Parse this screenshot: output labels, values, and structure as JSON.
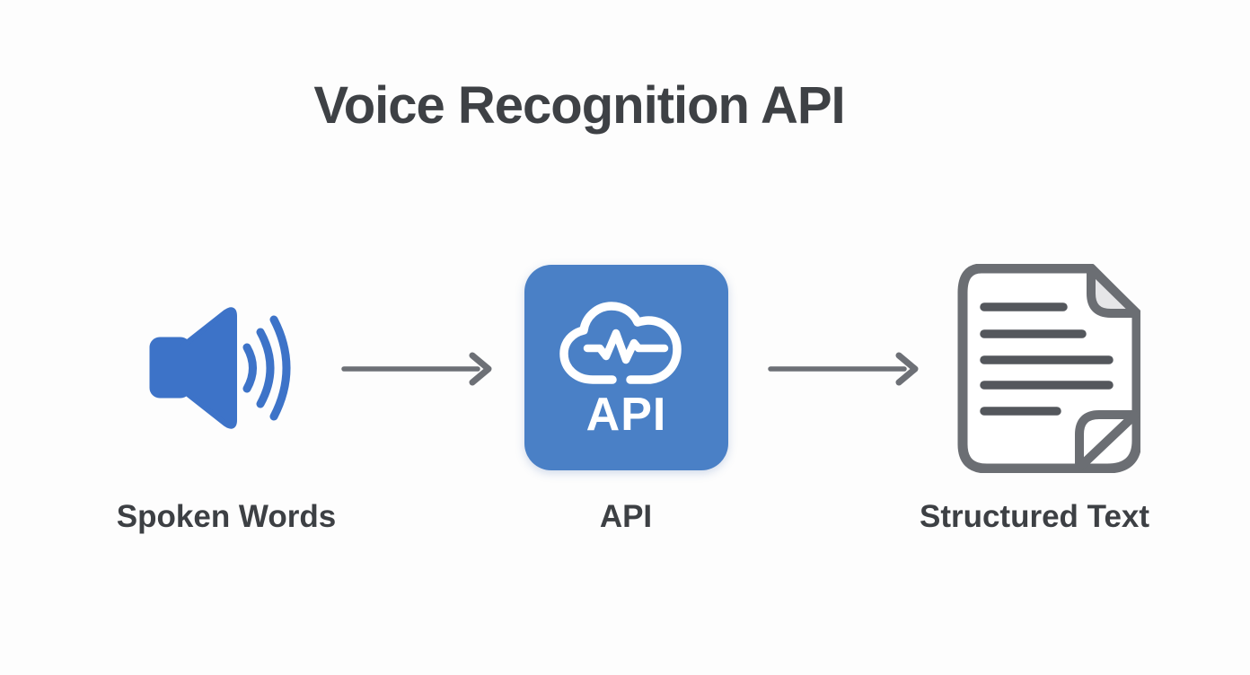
{
  "title": "Voice Recognition API",
  "diagram": {
    "nodes": [
      {
        "id": "spoken-words",
        "label": "Spoken Words",
        "icon": "speaker-sound-waves-icon"
      },
      {
        "id": "api",
        "label": "API",
        "icon": "cloud-waveform-icon",
        "box_text": "API"
      },
      {
        "id": "structured-text",
        "label": "Structured Text",
        "icon": "document-text-icon"
      }
    ],
    "connectors": [
      {
        "from": "spoken-words",
        "to": "api",
        "type": "arrow-right"
      },
      {
        "from": "api",
        "to": "structured-text",
        "type": "arrow-right"
      }
    ]
  },
  "colors": {
    "background": "#fdfdfd",
    "title_text": "#3e4145",
    "label_text": "#3d4044",
    "speaker_blue": "#3d73c8",
    "api_box_blue": "#4a80c6",
    "icon_white": "#ffffff",
    "arrow_gray": "#6d7076",
    "document_outline_gray": "#6b6e73",
    "document_line_gray": "#54575c",
    "document_fold_fill": "#e6e6e8"
  }
}
